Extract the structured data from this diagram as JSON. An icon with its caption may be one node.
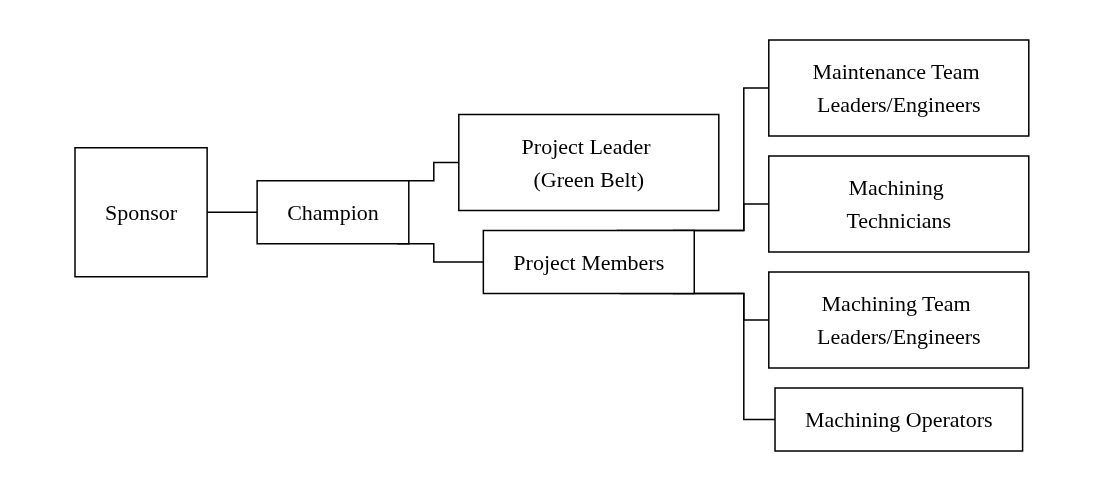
{
  "diagram": {
    "nodes": [
      {
        "text": [
          "Sponsor"
        ]
      },
      {
        "text": [
          "Champion"
        ]
      },
      {
        "text": [
          "Project Leader (Green Belt)"
        ]
      },
      {
        "text": [
          "Project Members"
        ]
      },
      {
        "text": [
          "Maintenance Team Leaders/Engineers"
        ]
      },
      {
        "text": [
          "Machining Technicians"
        ]
      },
      {
        "text": [
          "Machining Team Leaders/Engineers"
        ]
      },
      {
        "text": [
          "Machining Operators"
        ]
      }
    ],
    "edges": [
      {
        "from": 0,
        "to": 1,
        "arrow": "none"
      },
      {
        "from": 1,
        "to": 2,
        "arrow": "none"
      },
      {
        "from": 1,
        "to": 3,
        "arrow": "none"
      },
      {
        "from": 3,
        "to": 4,
        "arrow": "none"
      },
      {
        "from": 3,
        "to": 5,
        "arrow": "none"
      },
      {
        "from": 3,
        "to": 6,
        "arrow": "none"
      },
      {
        "from": 3,
        "to": 7,
        "arrow": "none"
      }
    ]
  }
}
